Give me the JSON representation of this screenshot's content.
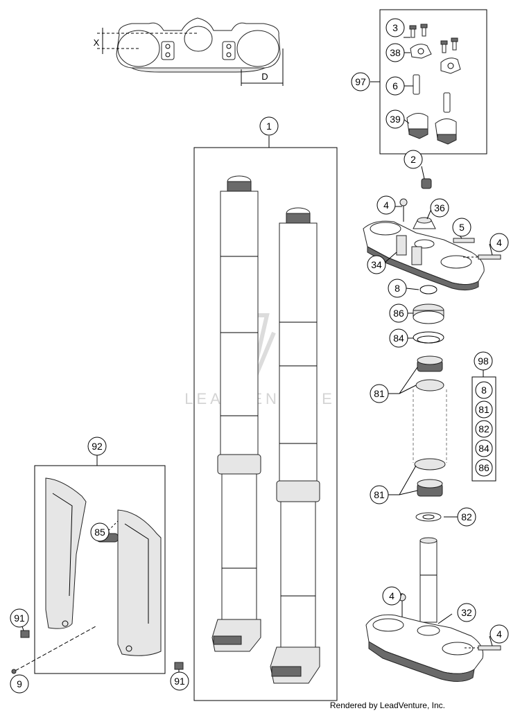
{
  "callouts": {
    "c1": "1",
    "c2": "2",
    "c3": "3",
    "c4a": "4",
    "c4b": "4",
    "c4c": "4",
    "c4d": "4",
    "c5": "5",
    "c6": "6",
    "c8": "8",
    "c9": "9",
    "c32": "32",
    "c34": "34",
    "c36": "36",
    "c38": "38",
    "c39": "39",
    "c81a": "81",
    "c81b": "81",
    "c82": "82",
    "c84": "84",
    "c85": "85",
    "c86": "86",
    "c91a": "91",
    "c91b": "91",
    "c92": "92",
    "c97": "97",
    "c98": "98"
  },
  "kit98": {
    "items": [
      "8",
      "81",
      "82",
      "84",
      "86"
    ]
  },
  "dimensions": {
    "x_label": "X",
    "d_label": "D"
  },
  "watermark": "LEADVENTURE",
  "credit": "Rendered by LeadVenture, Inc."
}
